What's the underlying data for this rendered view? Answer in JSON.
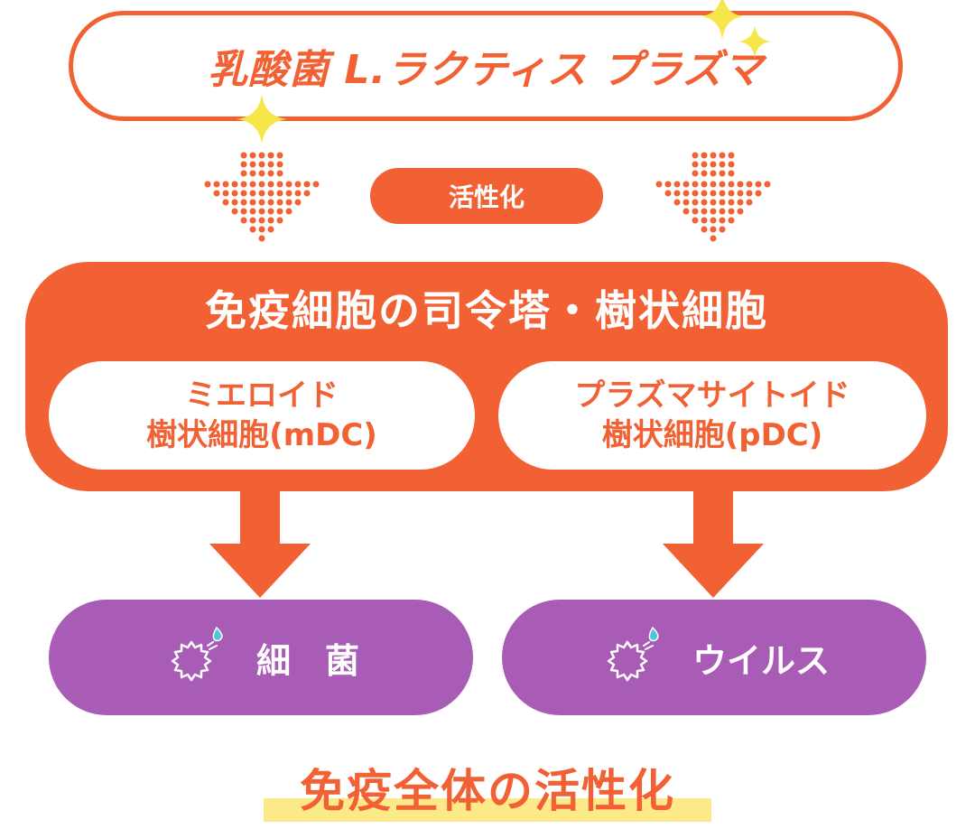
{
  "top_label": "乳酸菌 L.ラクティス プラズマ",
  "activation_label": "活性化",
  "main_box": {
    "title": "免疫細胞の司令塔・樹状細胞",
    "left": {
      "line1": "ミエロイド",
      "line2": "樹状細胞(mDC)"
    },
    "right": {
      "line1": "プラズマサイトイド",
      "line2": "樹状細胞(pDC)"
    }
  },
  "targets": {
    "left": "細　菌",
    "right": "ウイルス"
  },
  "conclusion": "免疫全体の活性化",
  "colors": {
    "orange": "#f26133",
    "purple": "#a85cb5",
    "highlight": "#fce98a",
    "sparkle": "#f7e64a"
  },
  "icons": [
    "sparkle-icon",
    "dotted-arrow-icon",
    "germ-icon"
  ]
}
